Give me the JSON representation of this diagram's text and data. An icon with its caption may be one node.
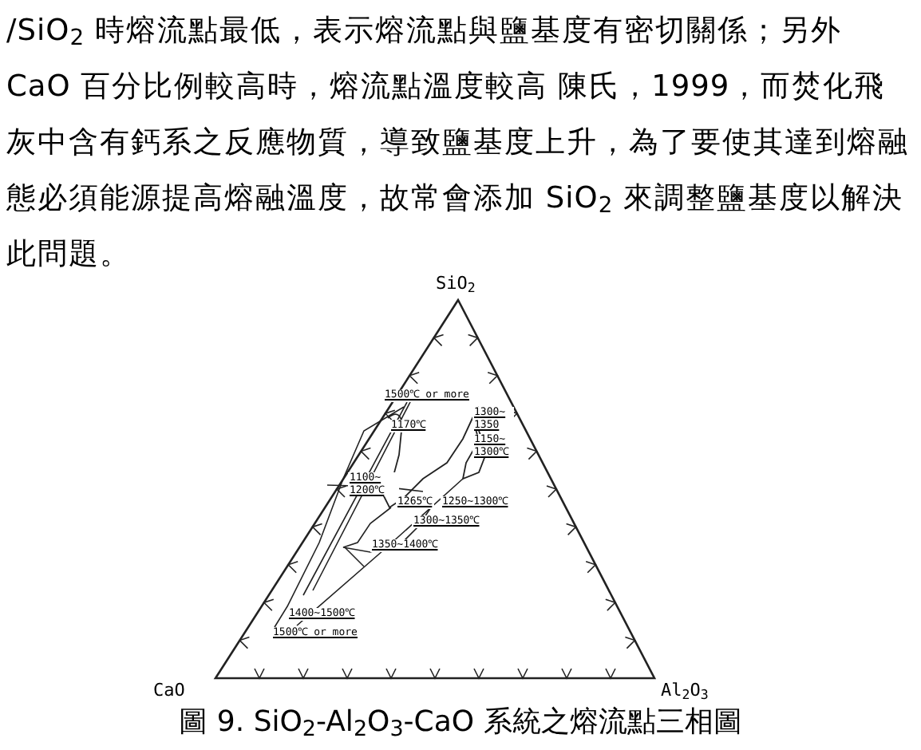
{
  "diagram": {
    "caption": "圖 9. SiO$_{2}$-Al$_{2}$O$_{3}$-CaO 系統之熔流點三相圖",
    "labels": [
      "/SiO$_{2}$ 時熔流點最低，表示熔流點與鹽基度有密切關係；另外 CaO 百分比例較高時，熔流點溫度較高 陳氏，1999，而焚化飛灰中含有鈣系之反應物質，導致鹽基度上升，為了要使其達到熔融態必須能源提高熔融溫度，故常會添加 SiO$_{2}$ 來調整鹽基度以解決此問題。",
      "SiO$_{2}$",
      "1500℃ or more",
      "1170℃",
      "1300~ 1350",
      "1150~ 1300℃",
      "1100~ 1200℃",
      "1265℃",
      "1250~1300℃",
      "1300~1350℃",
      "1350~1400℃",
      "1400~1500℃",
      "1500℃ or more",
      "CaO",
      "Al$_{2}$O$_{3}$"
    ]
  }
}
